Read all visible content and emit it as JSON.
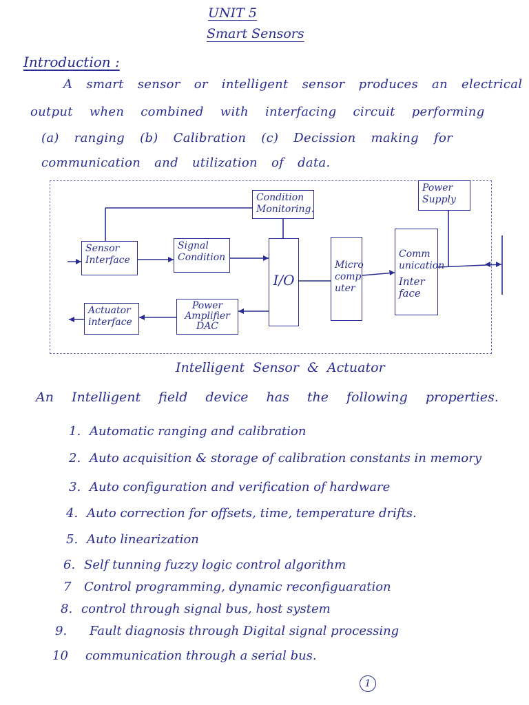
{
  "header": {
    "unit": "UNIT 5",
    "title": "Smart Sensors"
  },
  "introduction": {
    "heading": "Introduction :",
    "lines": [
      "A smart sensor or intelligent sensor produces an electrical",
      "output when combined with interfacing circuit performing",
      "(a) ranging    (b) Calibration    (c) Decission making for",
      "communication and utilization of data."
    ]
  },
  "diagram": {
    "caption": "Intelligent Sensor & Actuator",
    "blocks": {
      "condition_monitoring": "Condition Monitoring.",
      "power_supply": "Power Supply",
      "sensor_interface": "Sensor Interface",
      "signal_condition": "Signal Condition",
      "io": "I/O",
      "micro_computer": "Micro comp uter",
      "comm_interface_top": "Comm unication",
      "comm_interface_bottom": "Inter face",
      "actuator_interface": "Actuator interface",
      "power_amplifier": "Power Amplifier DAC"
    }
  },
  "properties": {
    "heading": "An Intelligent field device has the following properties.",
    "items": [
      {
        "num": "1.",
        "text": "Automatic ranging and calibration"
      },
      {
        "num": "2.",
        "text": "Auto acquisition & storage of calibration constants in memory"
      },
      {
        "num": "3.",
        "text": "Auto configuration and verification of hardware"
      },
      {
        "num": "4.",
        "text": "Auto correction for offsets, time, temperature drifts."
      },
      {
        "num": "5.",
        "text": "Auto linearization"
      },
      {
        "num": "6.",
        "text": "Self tunning fuzzy logic control algorithm"
      },
      {
        "num": "7",
        "text": "Control programming, dynamic reconfiguaration"
      },
      {
        "num": "8.",
        "text": "control through signal bus, host system"
      },
      {
        "num": "9.",
        "text": "Fault diagnosis through Digital signal processing"
      },
      {
        "num": "10",
        "text": "communication through a serial bus."
      }
    ]
  },
  "footer": {
    "page_number": "1"
  }
}
